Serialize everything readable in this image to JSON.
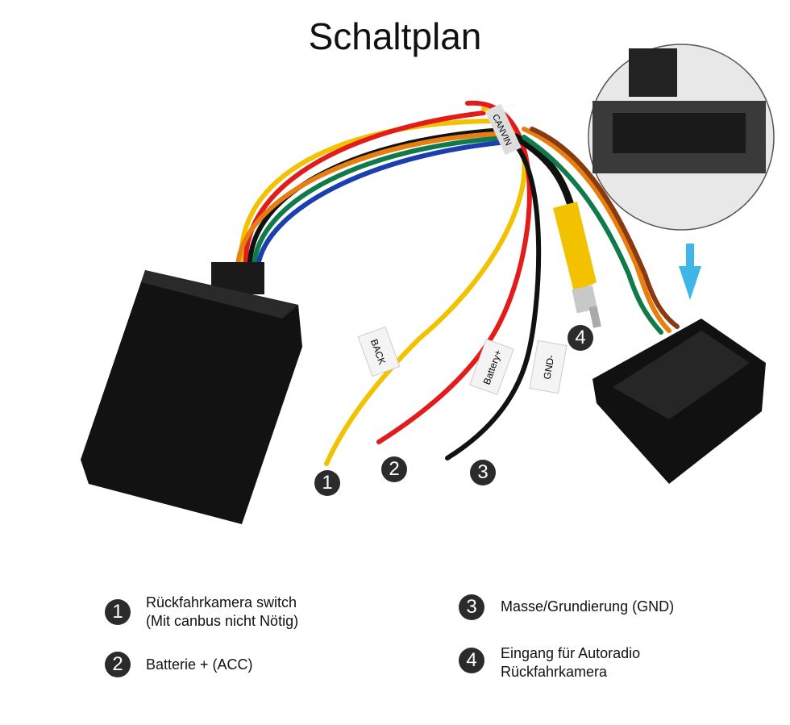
{
  "title": "Schaltplan",
  "wire_tags": {
    "back": "BACK",
    "battery": "Battery+",
    "gnd": "GND-",
    "canvin": "CANVIN"
  },
  "markers": [
    "1",
    "2",
    "3",
    "4"
  ],
  "legend": [
    {
      "num": "1",
      "line1": "Rückfahrkamera switch",
      "line2": "(Mit canbus nicht Nötig)"
    },
    {
      "num": "2",
      "line1": "Batterie + (ACC)",
      "line2": ""
    },
    {
      "num": "3",
      "line1": "Masse/Grundierung (GND)",
      "line2": ""
    },
    {
      "num": "4",
      "line1": "Eingang für Autoradio",
      "line2": "Rückfahrkamera"
    }
  ],
  "colors": {
    "arrow": "#3fb6e8",
    "yellow": "#f2c200",
    "red": "#e21b1b",
    "black": "#111111",
    "green": "#0f7a4a",
    "blue": "#1c3fb0",
    "orange": "#e67e10"
  }
}
